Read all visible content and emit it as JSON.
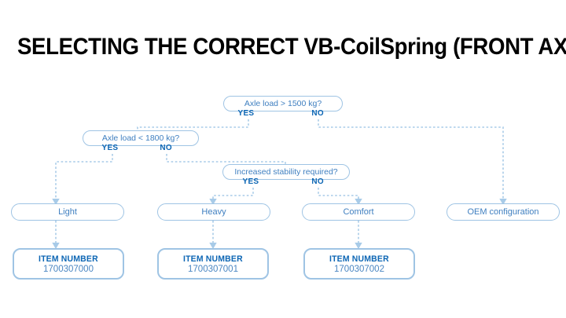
{
  "page": {
    "title": "SELECTING THE CORRECT VB-CoilSpring (FRONT AXLE)",
    "background": "#ffffff"
  },
  "colors": {
    "title_text": "#000000",
    "node_border": "#9fc4e4",
    "node_text": "#3f7fc0",
    "branch_label": "#0d66b4",
    "item_head": "#0d66b4",
    "item_number": "#4a86c2",
    "connector": "#a8cbe8"
  },
  "flow": {
    "decisions": [
      {
        "id": "d1",
        "label": "Axle load > 1500 kg?",
        "yes_label": "YES",
        "no_label": "NO"
      },
      {
        "id": "d2",
        "label": "Axle load < 1800 kg?",
        "yes_label": "YES",
        "no_label": "NO"
      },
      {
        "id": "d3",
        "label": "Increased stability required?",
        "yes_label": "YES",
        "no_label": "NO"
      }
    ],
    "results": [
      {
        "id": "r1",
        "label": "Light"
      },
      {
        "id": "r2",
        "label": "Heavy"
      },
      {
        "id": "r3",
        "label": "Comfort"
      },
      {
        "id": "r4",
        "label": "OEM configuration"
      }
    ],
    "items": [
      {
        "id": "i1",
        "head": "ITEM NUMBER",
        "number": "1700307000"
      },
      {
        "id": "i2",
        "head": "ITEM NUMBER",
        "number": "1700307001"
      },
      {
        "id": "i3",
        "head": "ITEM NUMBER",
        "number": "1700307002"
      }
    ]
  }
}
